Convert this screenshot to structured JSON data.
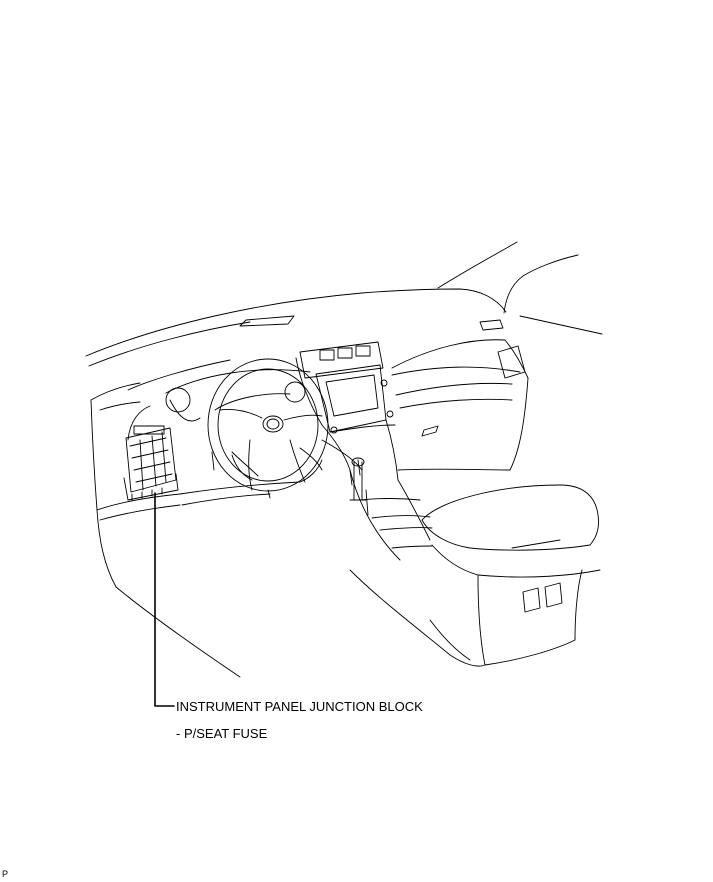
{
  "callout": {
    "title": "INSTRUMENT PANEL JUNCTION BLOCK",
    "subtitle": "- P/SEAT FUSE"
  },
  "corner_mark": "P",
  "colors": {
    "line": "#000000",
    "background": "#ffffff"
  }
}
